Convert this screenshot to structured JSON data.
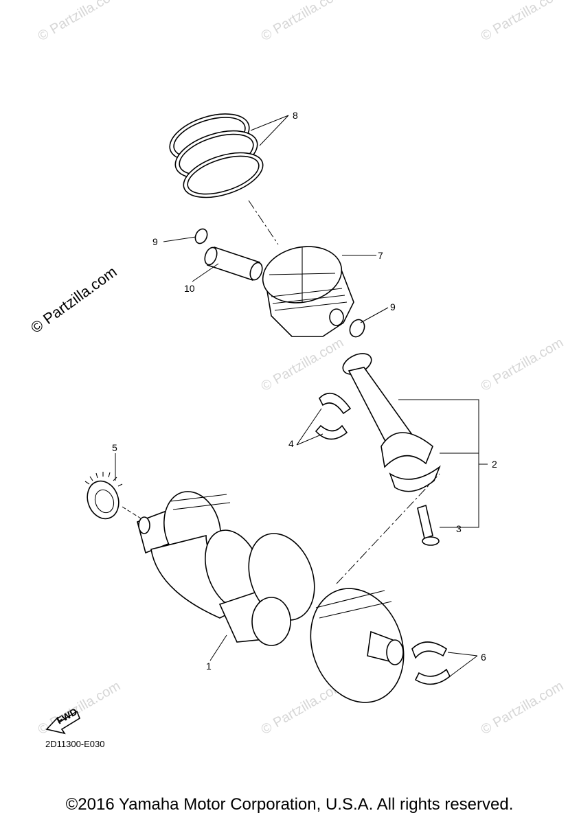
{
  "watermark": {
    "text": "© Partzilla.com",
    "small_text": "© Partzilla.com"
  },
  "callouts": [
    "1",
    "2",
    "3",
    "4",
    "5",
    "6",
    "7",
    "8",
    "9",
    "9",
    "10"
  ],
  "fwd_label": "FWD",
  "diagram_code": "2D11300-E030",
  "copyright": "©2016 Yamaha Motor Corporation, U.S.A. All rights reserved."
}
